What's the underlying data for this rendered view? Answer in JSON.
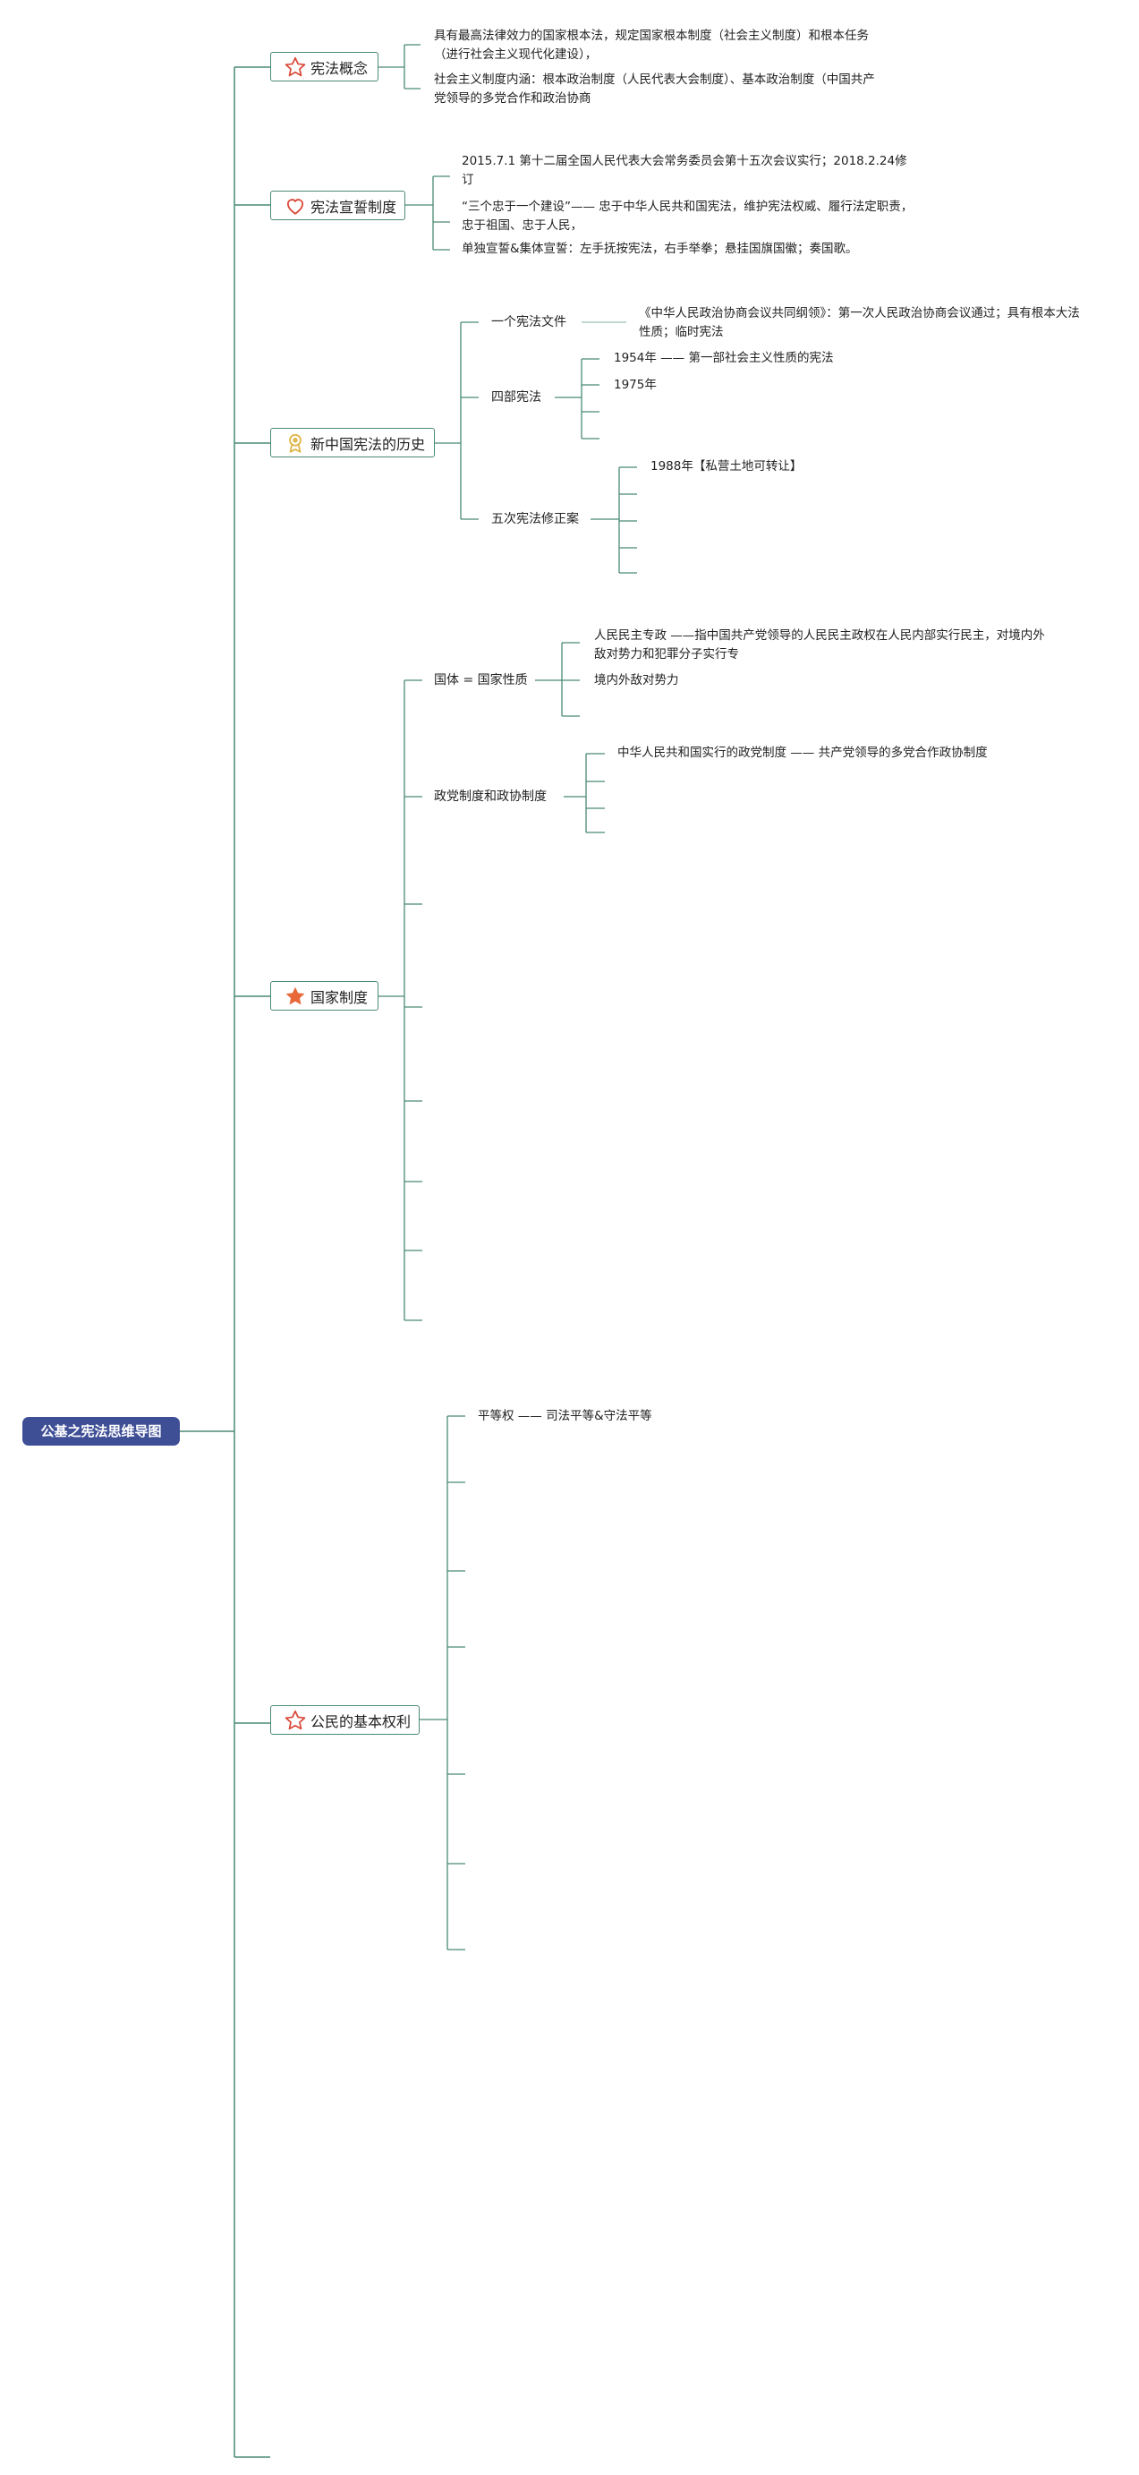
{
  "root": {
    "label": "公基之宪法思维导图"
  },
  "topics": {
    "t1": {
      "label": "宪法概念",
      "icon": "star-outline-icon"
    },
    "t2": {
      "label": "宪法宣誓制度",
      "icon": "heart-outline-icon"
    },
    "t3": {
      "label": "新中国宪法的历史",
      "icon": "award-ribbon-icon"
    },
    "t4": {
      "label": "国家制度",
      "icon": "star-filled-icon"
    },
    "t5": {
      "label": "公民的基本权利",
      "icon": "star-outline-icon"
    }
  },
  "leaves": {
    "t1_a": "具有最高法律效力的国家根本法，规定国家根本制度（社会主义制度）和根本任务（进行社会主义现代化建设），",
    "t1_b": "社会主义制度内涵：根本政治制度（人民代表大会制度）、基本政治制度（中国共产党领导的多党合作和政治协商",
    "t2_a": "2015.7.1 第十二届全国人民代表大会常务委员会第十五次会议实行；2018.2.24修订",
    "t2_b": "“三个忠于一个建设”—— 忠于中华人民共和国宪法，维护宪法权威、履行法定职责，忠于祖国、忠于人民，",
    "t2_c": "单独宣誓&集体宣誓：左手抚按宪法，右手举拳；悬挂国旗国徽；奏国歌。",
    "t3_s1": "一个宪法文件",
    "t3_s1_a": "《中华人民政治协商会议共同纲领》：第一次人民政治协商会议通过；具有根本大法性质；临时宪法",
    "t3_s2": "四部宪法",
    "t3_s2_a": "1954年 —— 第一部社会主义性质的宪法",
    "t3_s2_b": "1975年",
    "t3_s3": "五次宪法修正案",
    "t3_s3_a": "1988年【私营土地可转让】",
    "t4_s1": "国体 = 国家性质",
    "t4_s1_a": "人民民主专政 ——指中国共产党领导的人民民主政权在人民内部实行民主，对境内外敌对势力和犯罪分子实行专",
    "t4_s1_b": "境内外敌对势力",
    "t4_s2": "政党制度和政协制度",
    "t4_s2_a": "中华人民共和国实行的政党制度 —— 共产党领导的多党合作政协制度",
    "t5_a": "平等权 —— 司法平等&守法平等"
  },
  "colors": {
    "line": "#4a8a72",
    "line_light": "#9cc3b3",
    "root_bg": "#3f4f96",
    "icon_red": "#d94a3a",
    "icon_gold": "#e0b64a",
    "icon_orange": "#e8683a"
  }
}
